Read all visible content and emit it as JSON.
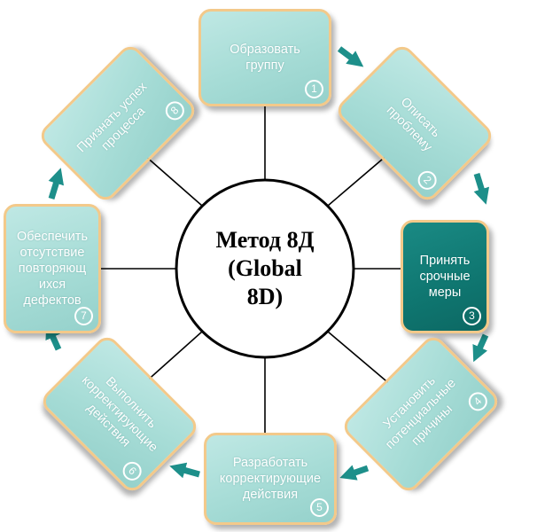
{
  "center": {
    "title_line1": "Метод 8Д",
    "title_line2": "(Global",
    "title_line3": "8D)"
  },
  "steps": [
    {
      "number": "1",
      "label": "Образовать группу"
    },
    {
      "number": "2",
      "label": "Описать проблему"
    },
    {
      "number": "3",
      "label": "Принять срочные меры"
    },
    {
      "number": "4",
      "label": "Установить потенциальные причины"
    },
    {
      "number": "5",
      "label": "Разработать корректирующие действия"
    },
    {
      "number": "6",
      "label": "Выполнить корректирующие действия"
    },
    {
      "number": "7",
      "label": "Обеспечить отсутствие повторяющ ихся дефектов"
    },
    {
      "number": "8",
      "label": "Признать успех процесса"
    }
  ],
  "colors": {
    "box_fill": "#a6dcd6",
    "box_fill_highlight": "#0f7670",
    "box_border": "#f3c98a",
    "arrow": "#1d8f8a",
    "spoke": "#000000"
  }
}
